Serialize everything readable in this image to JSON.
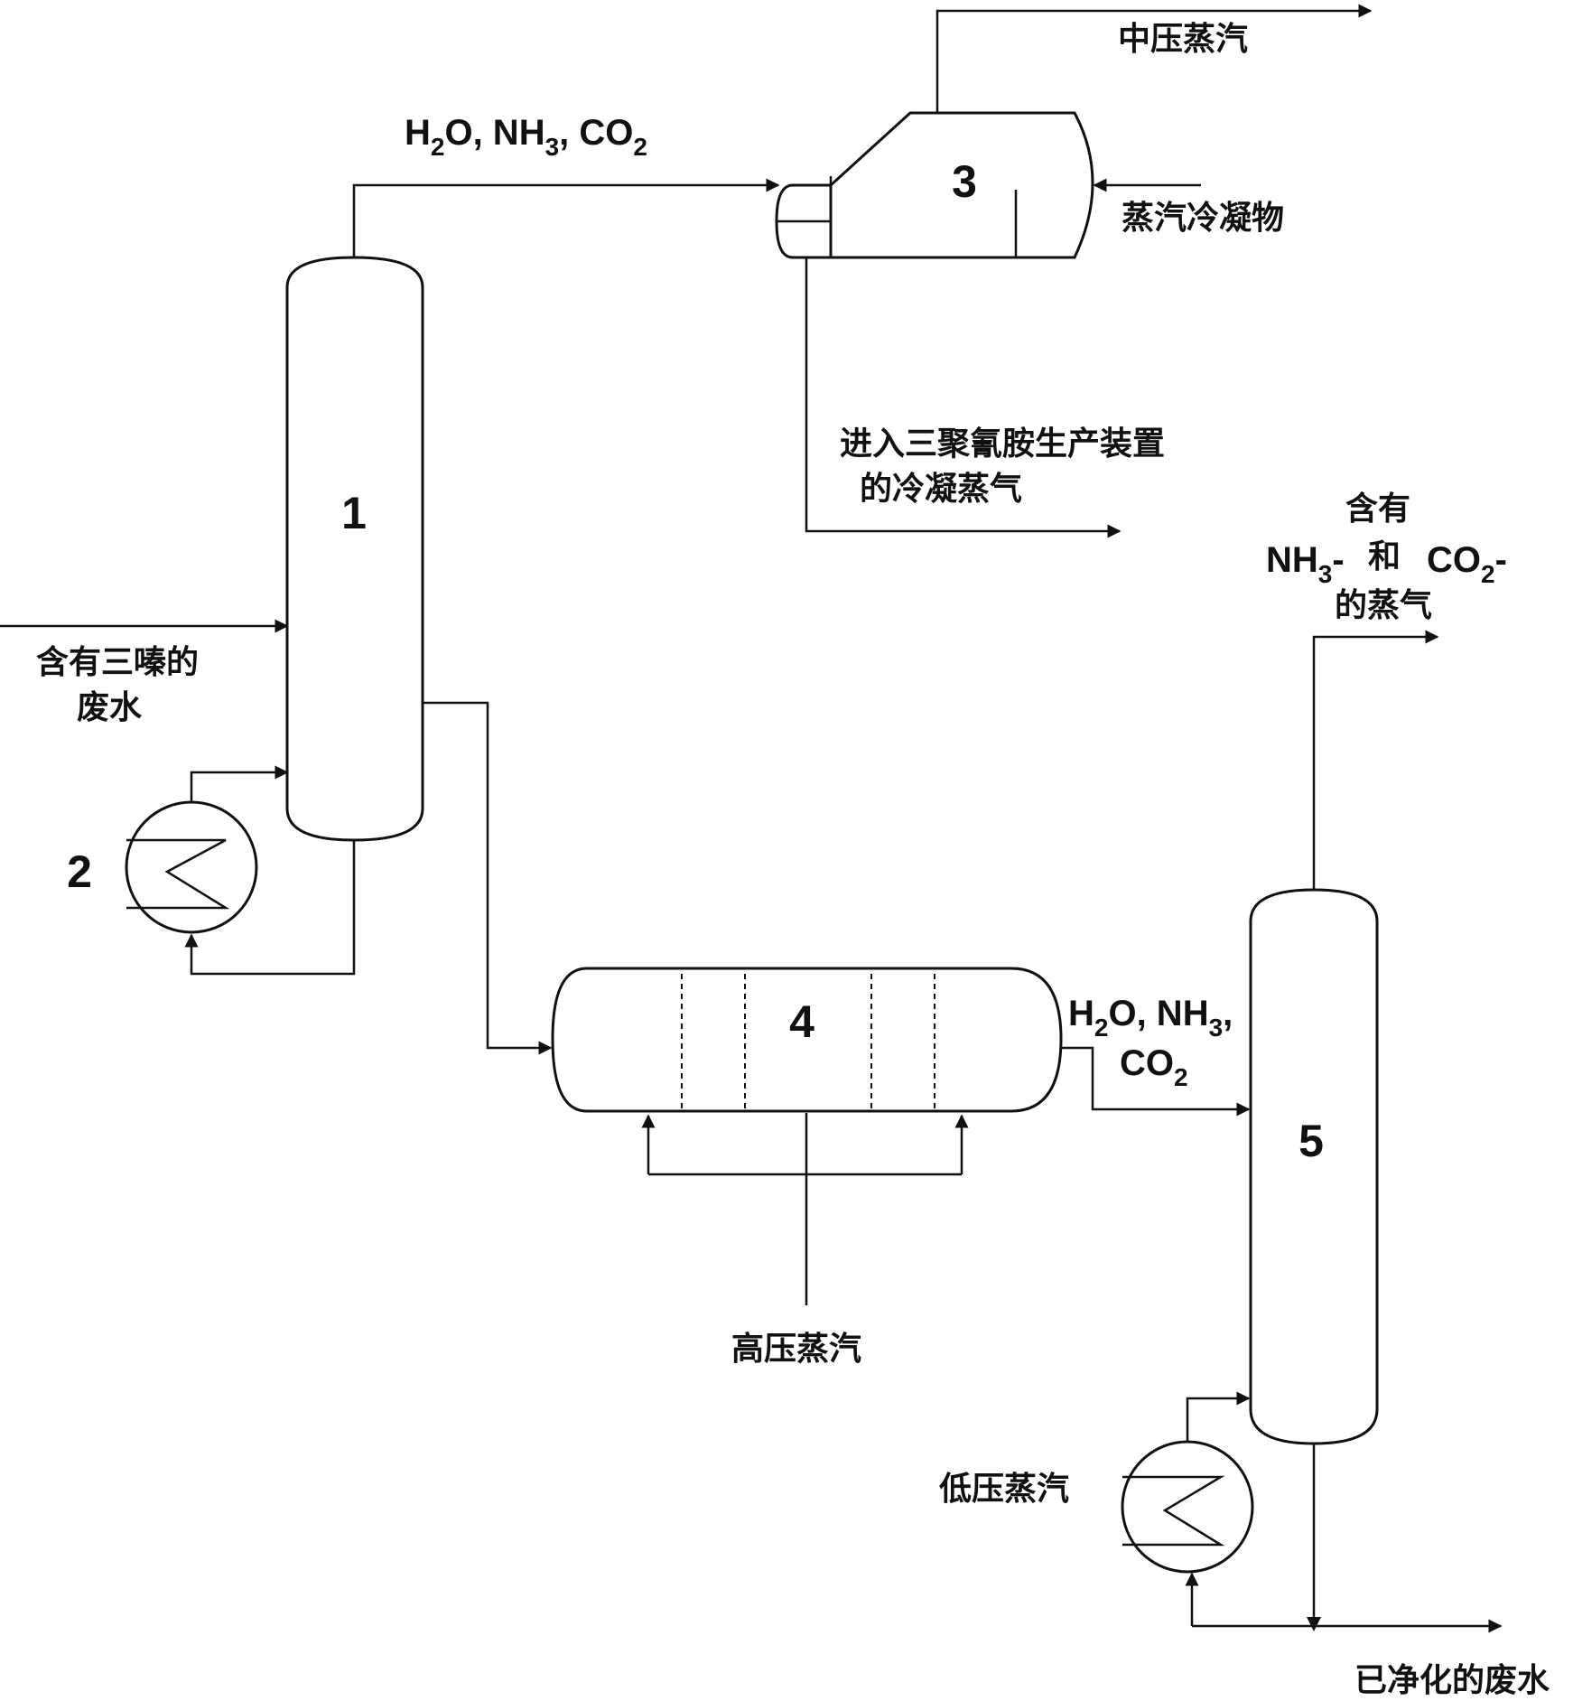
{
  "equipment": {
    "unit1": "1",
    "unit2": "2",
    "unit3": "3",
    "unit4": "4",
    "unit5": "5"
  },
  "streams": {
    "overhead_gas": {
      "h": "H",
      "sub2": "2",
      "o_nh": "O, NH",
      "sub3": "3",
      "co": ", CO",
      "sub2b": "2"
    },
    "medium_pressure_steam": "中压蒸汽",
    "steam_condensate": "蒸汽冷凝物",
    "condensed_vapor_line1": "进入三聚氰胺生产装置",
    "condensed_vapor_line2": "的冷凝蒸气",
    "feed_line1": "含有三嗪的",
    "feed_line2": "废水",
    "hydrolysis_out": {
      "h": "H",
      "sub2": "2",
      "o_nh": "O, NH",
      "sub3": "3",
      "comma": ",",
      "co": "CO",
      "sub2b": "2"
    },
    "high_pressure_steam": "高压蒸汽",
    "vapor_out": {
      "line1": "含有",
      "nh": "NH",
      "sub3": "3",
      "dash1": "-",
      "he": "和",
      "co": "CO",
      "sub2": "2",
      "dash2": "-",
      "line3": "的蒸气"
    },
    "low_pressure_steam": "低压蒸汽",
    "purified_wastewater": "已净化的废水"
  }
}
